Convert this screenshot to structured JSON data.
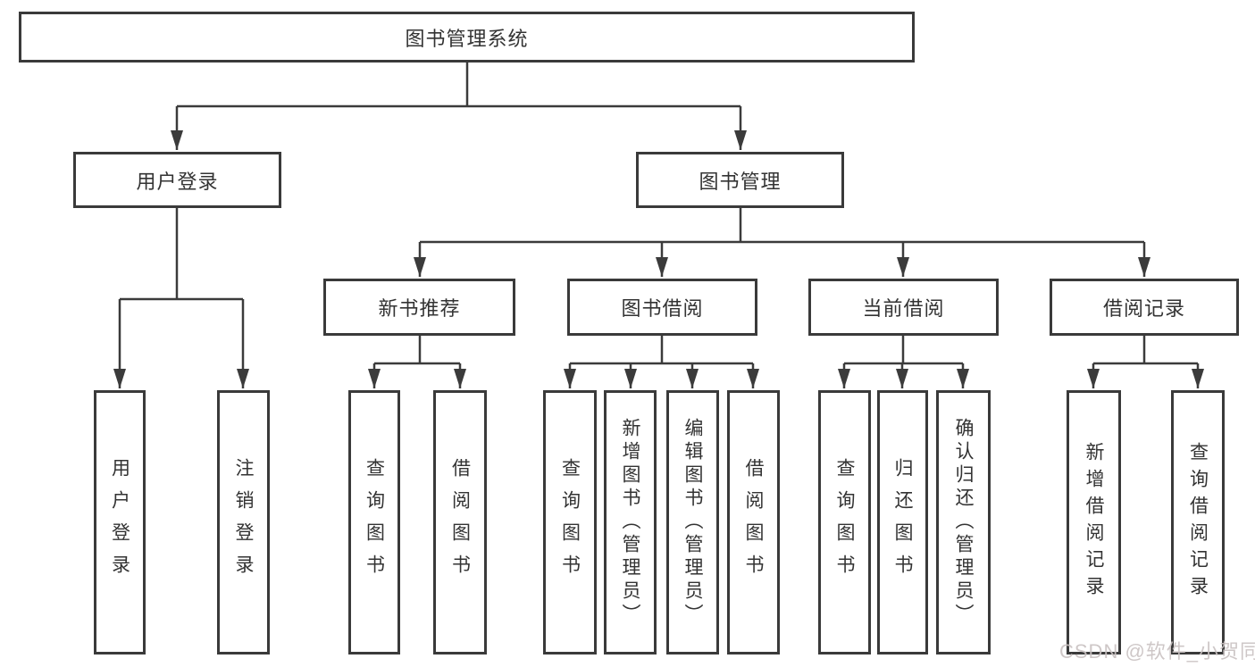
{
  "tree": {
    "root": {
      "label": "图书管理系统"
    },
    "branches": [
      {
        "label": "用户登录",
        "children": [
          {
            "label": "用户登录"
          },
          {
            "label": "注销登录"
          }
        ]
      },
      {
        "label": "图书管理",
        "groups": [
          {
            "label": "新书推荐",
            "children": [
              {
                "label": "查询图书"
              },
              {
                "label": "借阅图书"
              }
            ]
          },
          {
            "label": "图书借阅",
            "children": [
              {
                "label": "查询图书"
              },
              {
                "label": "新增图书（管理员）"
              },
              {
                "label": "编辑图书（管理员）"
              },
              {
                "label": "借阅图书"
              }
            ]
          },
          {
            "label": "当前借阅",
            "children": [
              {
                "label": "查询图书"
              },
              {
                "label": "归还图书"
              },
              {
                "label": "确认归还（管理员）"
              }
            ]
          },
          {
            "label": "借阅记录",
            "children": [
              {
                "label": "新增借阅记录"
              },
              {
                "label": "查询借阅记录"
              }
            ]
          }
        ]
      }
    ]
  },
  "watermark": {
    "text": "CSDN @软件_小贺同学"
  },
  "colors": {
    "line": "#3b3b3b",
    "box_border": "#3a3a3a",
    "text": "#333333",
    "watermark": "#c9c2c2",
    "background": "#ffffff"
  }
}
